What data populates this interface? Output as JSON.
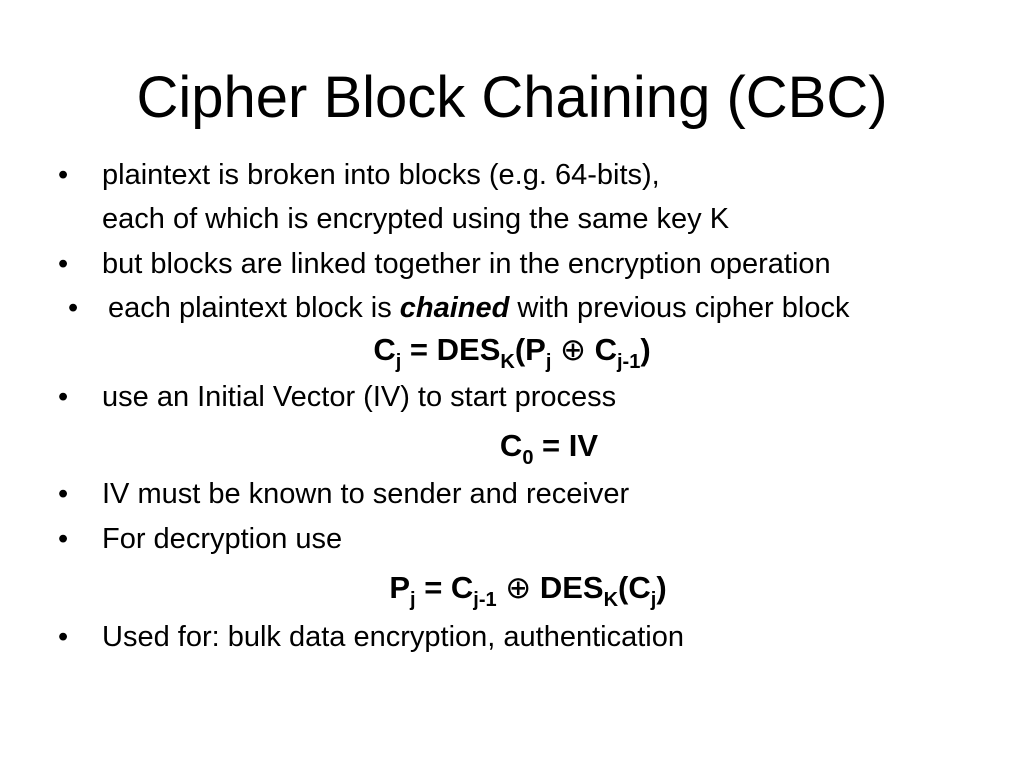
{
  "title": "Cipher Block Chaining (CBC)",
  "bullet_char": "•",
  "b1": {
    "line1": "plaintext is broken into blocks (e.g. 64-bits),",
    "line2": "each of which is encrypted using the same key K"
  },
  "b2": "but blocks are linked together in the encryption operation",
  "b3": {
    "before": "each plaintext block is ",
    "emph": "chained",
    "after": " with previous cipher block"
  },
  "f1": {
    "c": "C",
    "j1": "j",
    "eq": " = DES",
    "k": "K",
    "p": "(P",
    "j2": "j",
    "xor": " ⊕ ",
    "c2": "C",
    "jm1": "j-1",
    "close": ")"
  },
  "b4": "use an Initial Vector (IV) to start process",
  "f2": {
    "c": "C",
    "zero": "0",
    "rest": " = IV"
  },
  "b5": "IV must be known to sender and receiver",
  "b6": "For decryption use",
  "f3": {
    "p": "P",
    "j1": "j",
    "eq": " = C",
    "jm1": "j-1",
    "xor": " ⊕ ",
    "des": "DES",
    "k": "K",
    "open": "(C",
    "j2": "j",
    "close": ")"
  },
  "b7": "Used for: bulk data encryption, authentication"
}
